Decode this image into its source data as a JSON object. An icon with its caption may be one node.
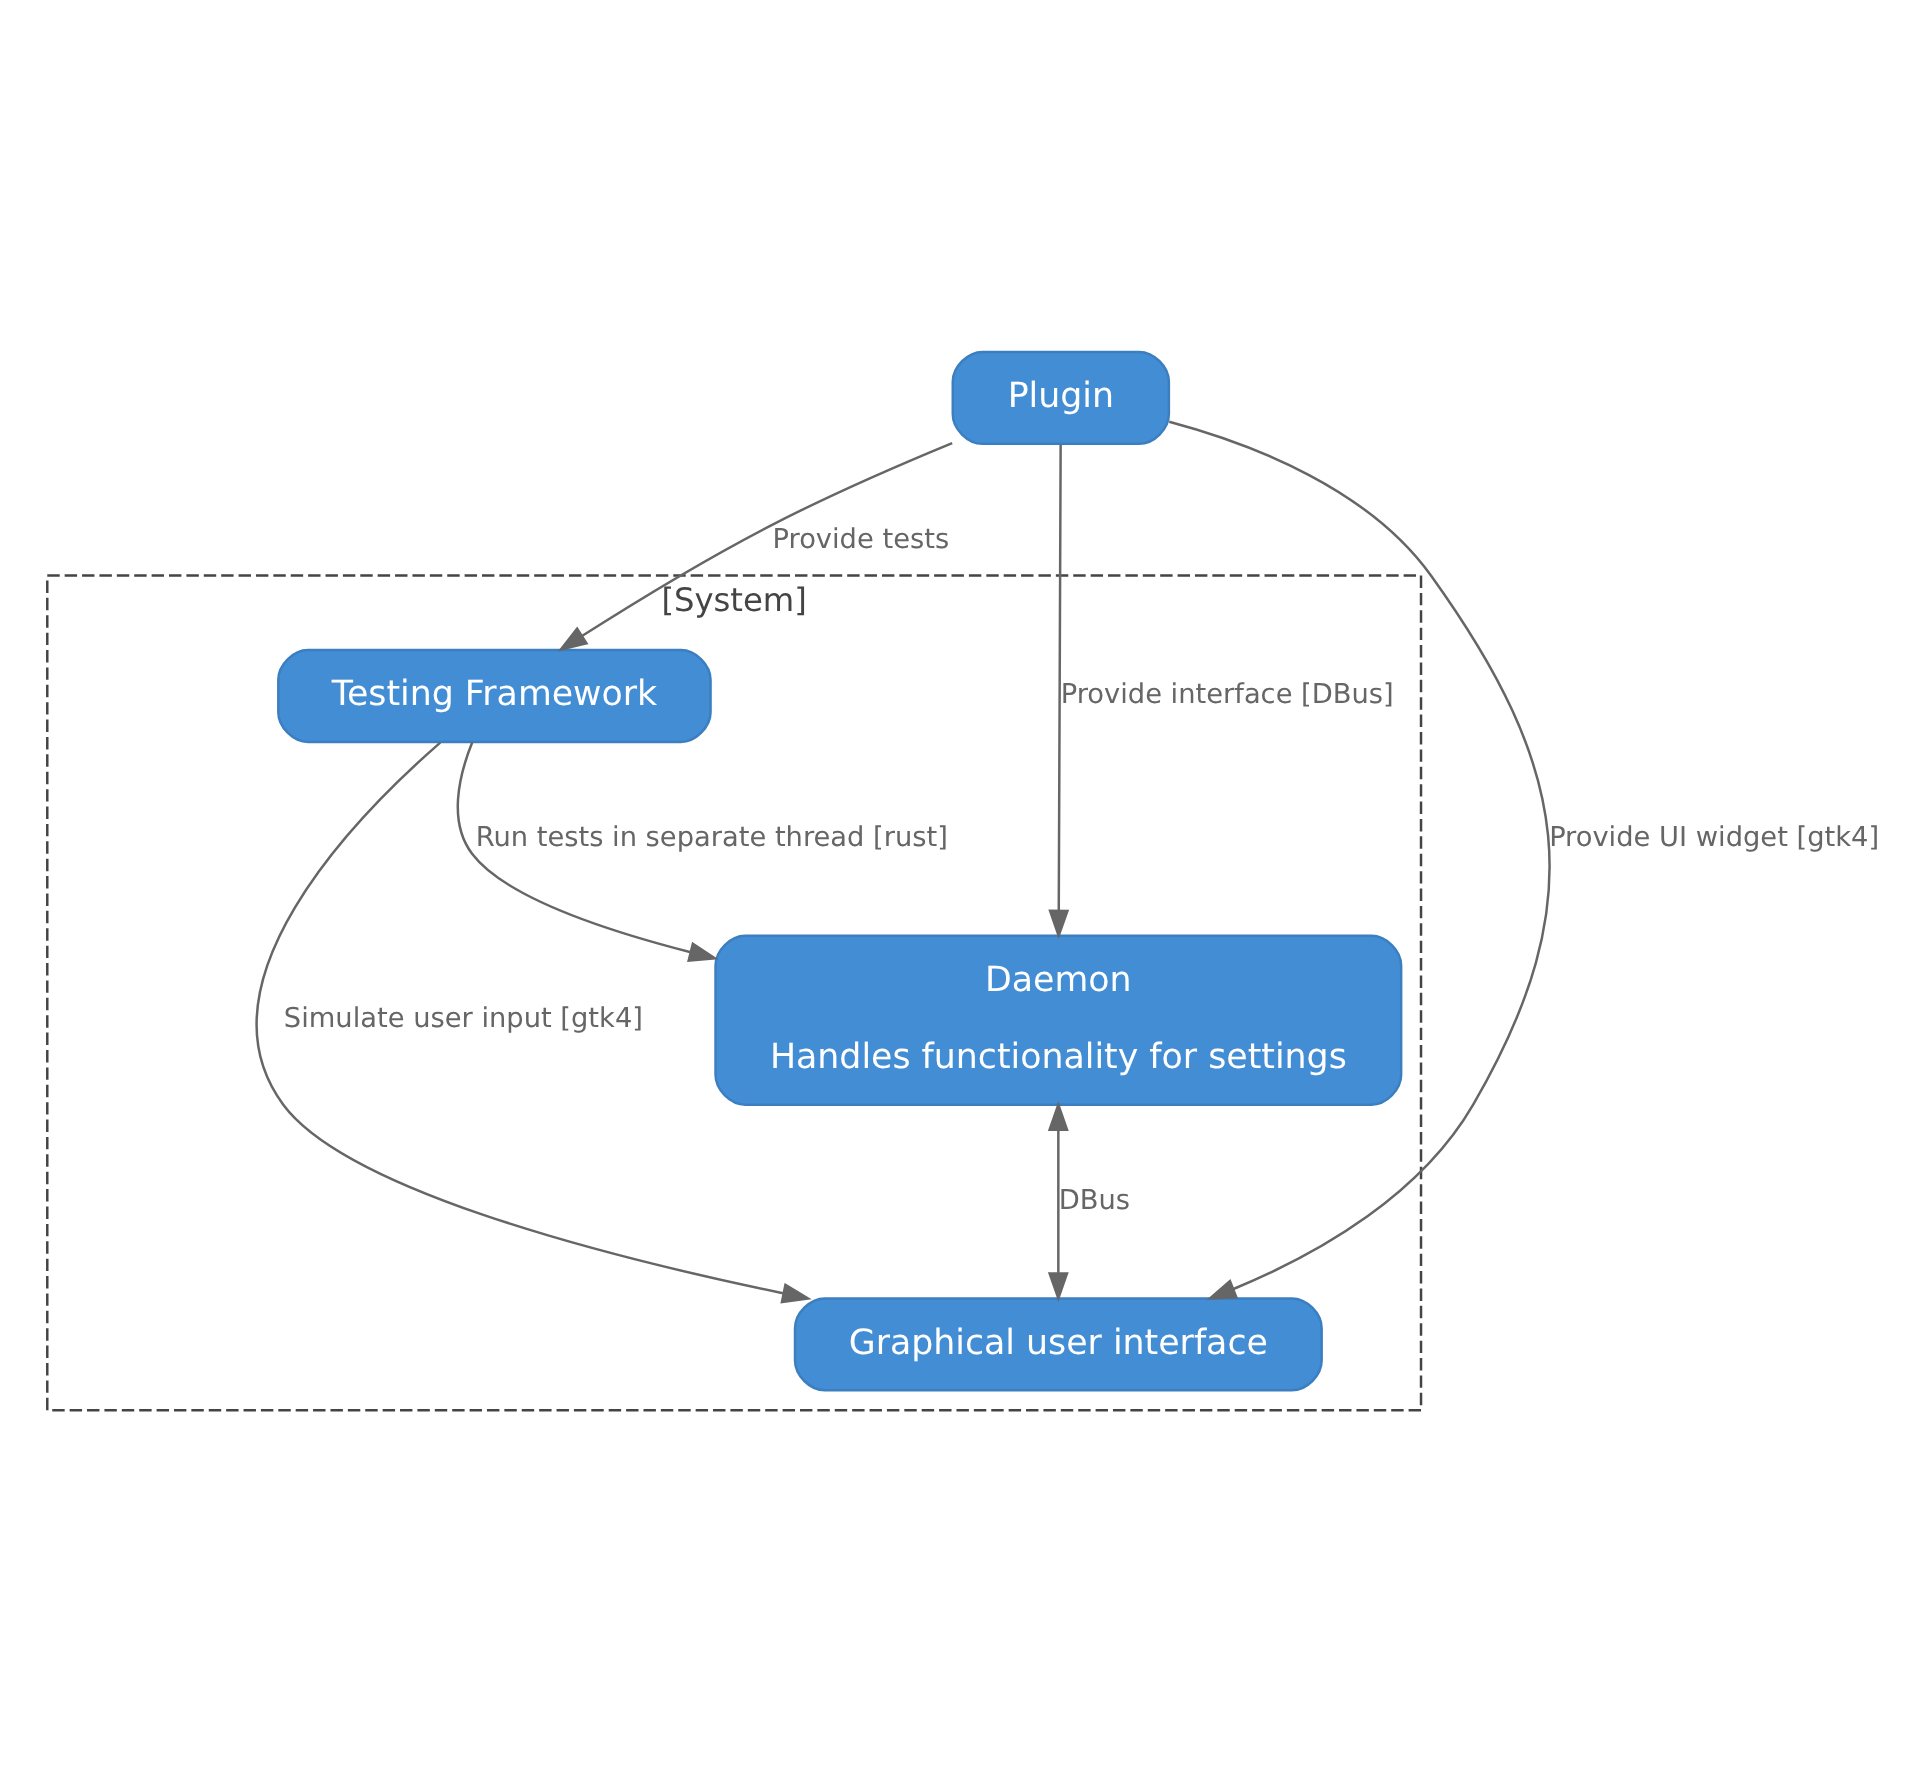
{
  "diagram": {
    "nodes": [
      {
        "text": [
          "[System]"
        ]
      },
      {
        "text": [
          "Testing Framework"
        ],
        "in": 0
      },
      {
        "text": [
          "Daemon",
          "Handles functionality for settings"
        ],
        "in": 0
      },
      {
        "text": [
          "Graphical user interface"
        ],
        "in": 0
      },
      {
        "text": [
          "Plugin"
        ]
      }
    ],
    "edges": [
      {
        "from": 1,
        "to": 3,
        "arrow": "to",
        "label": "Simulate user input [gtk4]"
      },
      {
        "from": 1,
        "to": 2,
        "arrow": "to",
        "label": "Run tests in separate thread [rust]"
      },
      {
        "from": 2,
        "to": 3,
        "arrow": "both",
        "label": "DBus"
      },
      {
        "from": 4,
        "to": 2,
        "arrow": "to",
        "label": "Provide interface [DBus]"
      },
      {
        "from": 4,
        "to": 3,
        "arrow": "to",
        "label": "Provide UI widget [gtk4]"
      },
      {
        "from": 4,
        "to": 1,
        "arrow": "to",
        "label": "Provide tests"
      }
    ]
  }
}
